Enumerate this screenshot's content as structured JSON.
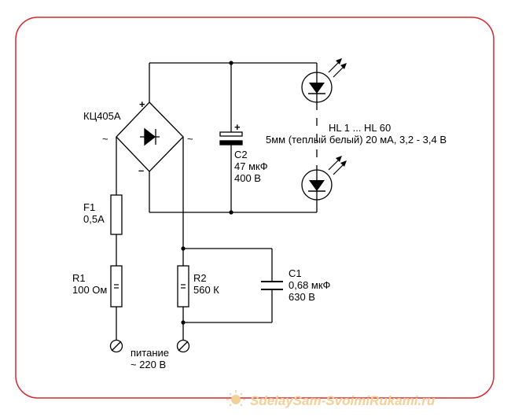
{
  "components": {
    "bridge": {
      "name": "КЦ405А",
      "plus": "+",
      "minus": "–",
      "ac_left": "~",
      "ac_right": "~"
    },
    "c2": {
      "name": "C2",
      "value": "47 мкФ",
      "voltage": "400 В",
      "plus": "+"
    },
    "leds": {
      "range": "HL 1 ... HL 60",
      "spec": "5мм (теплый белый) 20 мА, 3,2 - 3,4 В"
    },
    "f1": {
      "name": "F1",
      "value": "0,5А"
    },
    "r1": {
      "name": "R1",
      "value": "100 Ом"
    },
    "r2": {
      "name": "R2",
      "value": "560 К"
    },
    "c1": {
      "name": "C1",
      "value": "0,68 мкФ",
      "voltage": "630 В"
    },
    "supply": {
      "label": "питание",
      "voltage": "~ 220 В"
    }
  },
  "watermark": {
    "text": "SdelaySam-SvoimiRukami.ru",
    "color": "#f3cf9a"
  },
  "frame": {
    "border_color": "#d9262c"
  },
  "icons": [
    "diode-icon",
    "led-icon",
    "terminal-icon",
    "sun-logo-icon"
  ]
}
